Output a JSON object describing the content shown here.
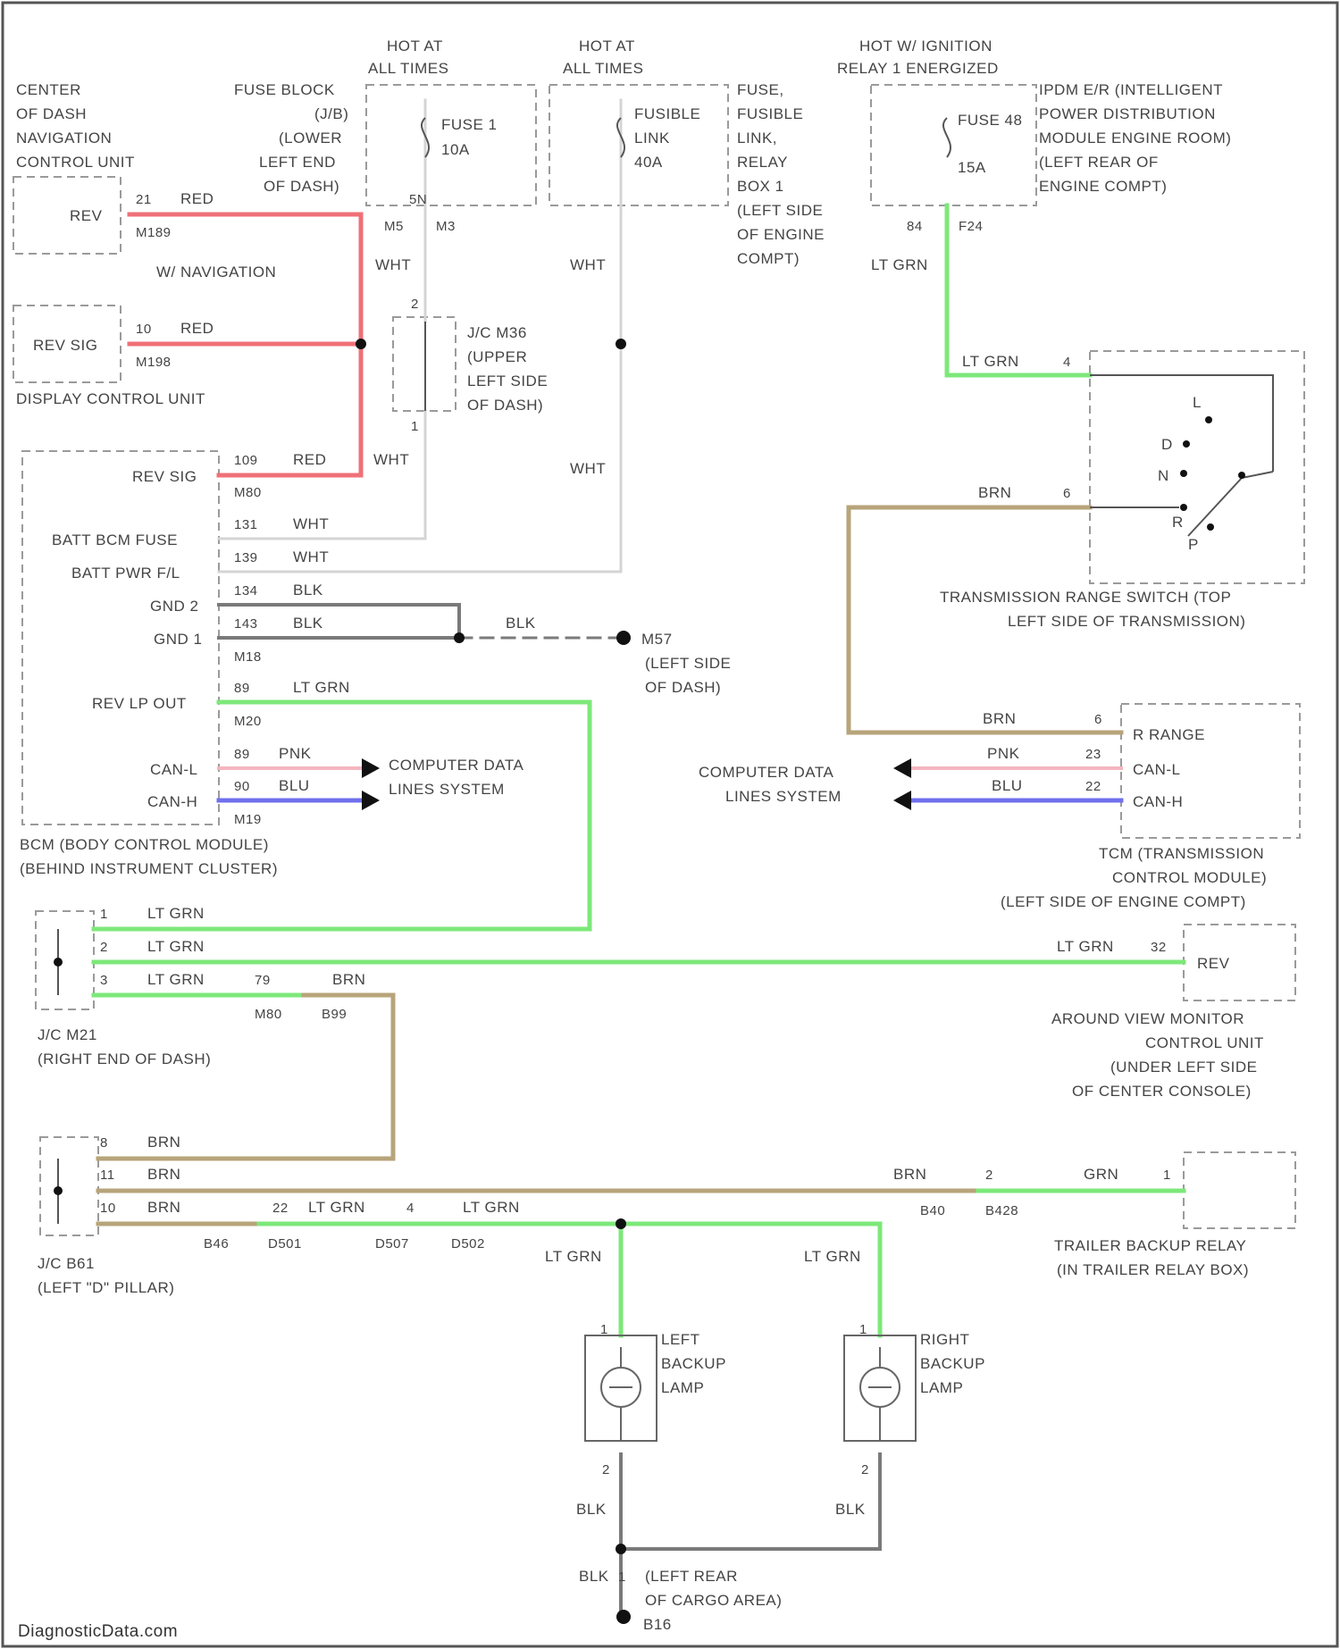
{
  "colors": {
    "red": "#f07078",
    "lt_grn": "#7de87a",
    "brn": "#b7a47a",
    "pnk": "#f4b6c0",
    "blu": "#7070ee",
    "wht": "#d4d4d4",
    "blk": "#7a7a7a",
    "text": "#444444",
    "box": "#9a9a9a"
  },
  "power": {
    "hot1": [
      "HOT AT",
      "ALL TIMES"
    ],
    "hot2": [
      "HOT AT",
      "ALL TIMES"
    ],
    "hot3": [
      "HOT W/ IGNITION",
      "RELAY 1 ENERGIZED"
    ]
  },
  "components": {
    "fuse_block": [
      "FUSE BLOCK",
      "(J/B)",
      "(LOWER",
      "LEFT END",
      "OF DASH)"
    ],
    "fuse1": [
      "FUSE 1",
      "10A"
    ],
    "fusible": [
      "FUSIBLE",
      "LINK",
      "40A"
    ],
    "fuse_relay_box": [
      "FUSE,",
      "FUSIBLE",
      "LINK,",
      "RELAY",
      "BOX 1",
      "(LEFT SIDE",
      "OF ENGINE",
      "COMPT)"
    ],
    "ipdm": [
      "IPDM E/R (INTELLIGENT",
      "POWER DISTRIBUTION",
      "MODULE ENGINE ROOM)",
      "(LEFT REAR OF",
      "ENGINE COMPT)"
    ],
    "fuse48": [
      "FUSE 48",
      "15A"
    ],
    "nav_unit": [
      "CENTER",
      "OF DASH",
      "NAVIGATION",
      "CONTROL UNIT"
    ],
    "nav_pin": "REV",
    "w_nav": "W/ NAVIGATION",
    "display_pin": "REV SIG",
    "display_unit": "DISPLAY CONTROL UNIT",
    "jc_m36": [
      "J/C M36",
      "(UPPER",
      "LEFT SIDE",
      "OF DASH)"
    ],
    "bcm_pins": [
      "REV SIG",
      "BATT BCM FUSE",
      "BATT PWR F/L",
      "GND 2",
      "GND 1",
      "REV LP OUT",
      "CAN-L",
      "CAN-H"
    ],
    "bcm": [
      "BCM (BODY CONTROL MODULE)",
      "(BEHIND INSTRUMENT CLUSTER)"
    ],
    "ground_m57": [
      "M57",
      "(LEFT SIDE",
      "OF DASH)"
    ],
    "computer_data_left": [
      "COMPUTER DATA",
      "LINES SYSTEM"
    ],
    "computer_data_right": [
      "COMPUTER DATA",
      "LINES SYSTEM"
    ],
    "trs": [
      "TRANSMISSION RANGE SWITCH (TOP",
      "LEFT SIDE OF TRANSMISSION)"
    ],
    "trs_positions": [
      "L",
      "D",
      "N",
      "R",
      "P"
    ],
    "tcm_pins": [
      "R RANGE",
      "CAN-L",
      "CAN-H"
    ],
    "tcm": [
      "TCM (TRANSMISSION",
      "CONTROL MODULE)",
      "(LEFT SIDE OF ENGINE COMPT)"
    ],
    "jc_m21": [
      "J/C M21",
      "(RIGHT END OF DASH)"
    ],
    "avm_pin": "REV",
    "avm": [
      "AROUND VIEW MONITOR",
      "CONTROL UNIT",
      "(UNDER LEFT SIDE",
      "OF CENTER CONSOLE)"
    ],
    "jc_b61": [
      "J/C B61",
      "(LEFT \"D\" PILLAR)"
    ],
    "trailer_relay": [
      "TRAILER BACKUP RELAY",
      "(IN TRAILER RELAY BOX)"
    ],
    "left_lamp": [
      "LEFT",
      "BACKUP",
      "LAMP"
    ],
    "right_lamp": [
      "RIGHT",
      "BACKUP",
      "LAMP"
    ],
    "ground_b16": [
      "(LEFT REAR",
      "OF CARGO AREA)",
      "B16"
    ]
  },
  "connectors": {
    "m5": "M5",
    "m3": "M3",
    "f24": "F24",
    "m189": "M189",
    "m198": "M198",
    "m80": "M80",
    "m18": "M18",
    "m20": "M20",
    "m19": "M19",
    "m80b": "M80",
    "b99": "B99",
    "b46": "B46",
    "d501": "D501",
    "d507": "D507",
    "d502": "D502",
    "b40": "B40",
    "b428": "B428"
  },
  "pins": {
    "fb_out": "5N",
    "ipdm_out": "84",
    "nav": "21",
    "disp": "10",
    "bcm_rev": "109",
    "bcm_batt": "131",
    "bcm_pwr": "139",
    "bcm_g2": "134",
    "bcm_g1": "143",
    "bcm_rev_lp": "89",
    "bcm_canl": "89",
    "bcm_canh": "90",
    "trs_in": "4",
    "trs_out": "6",
    "tcm_r": "6",
    "tcm_canl": "23",
    "tcm_canh": "22",
    "m21_1": "1",
    "m21_2": "2",
    "m21_3": "3",
    "c79": "79",
    "avm": "32",
    "b61_a": "8",
    "b61_b": "11",
    "b61_c": "10",
    "d_a": "22",
    "d_b": "4",
    "tr_a": "2",
    "tr_b": "1",
    "jc_top": "2",
    "jc_bot": "1",
    "lamp_l_top": "1",
    "lamp_l_bot": "2",
    "lamp_r_top": "1",
    "lamp_r_bot": "2",
    "gnd": "1"
  },
  "wires": {
    "red": "RED",
    "wht": "WHT",
    "blk": "BLK",
    "lt_grn": "LT GRN",
    "brn": "BRN",
    "pnk": "PNK",
    "blu": "BLU",
    "grn": "GRN"
  },
  "watermark": "DiagnosticData.com"
}
